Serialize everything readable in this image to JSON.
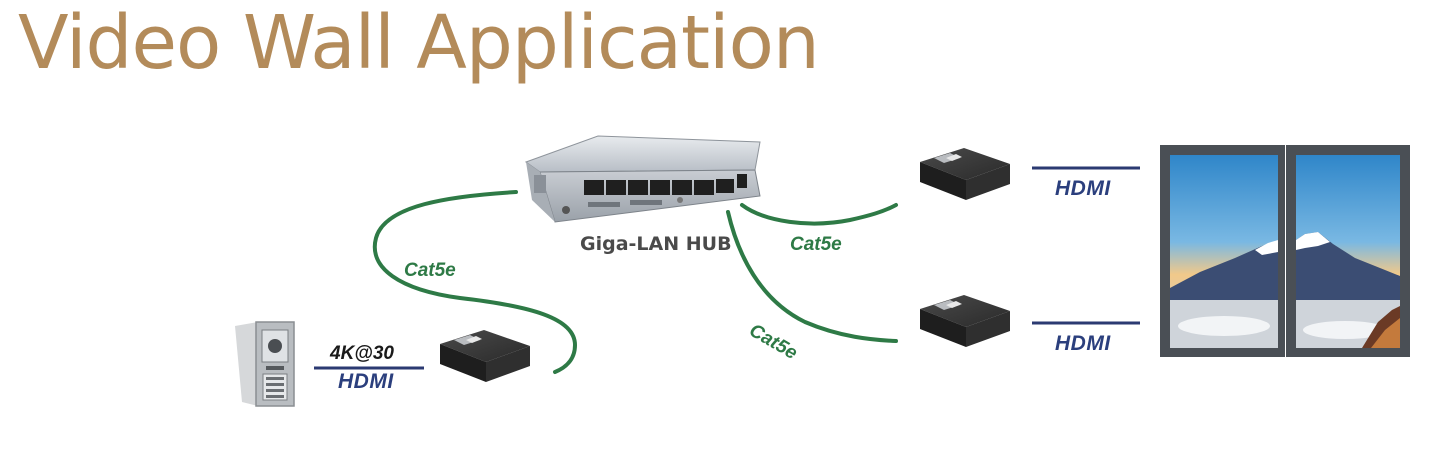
{
  "title": "Video Wall Application",
  "labels": {
    "hub": "Giga-LAN HUB",
    "cat_left": "Cat5e",
    "cat_right_top": "Cat5e",
    "cat_right_bottom": "Cat5e",
    "hdmi_source": "HDMI",
    "resolution": "4K@30",
    "hdmi_rx_top": "HDMI",
    "hdmi_rx_bottom": "HDMI"
  },
  "colors": {
    "title": "#b38b5a",
    "cable": "#2e7a46",
    "label_green": "#2e7a46",
    "label_blue": "#2b3f7d",
    "hdmi_line": "#2b3a72",
    "hub_text": "#4a4a4a"
  }
}
